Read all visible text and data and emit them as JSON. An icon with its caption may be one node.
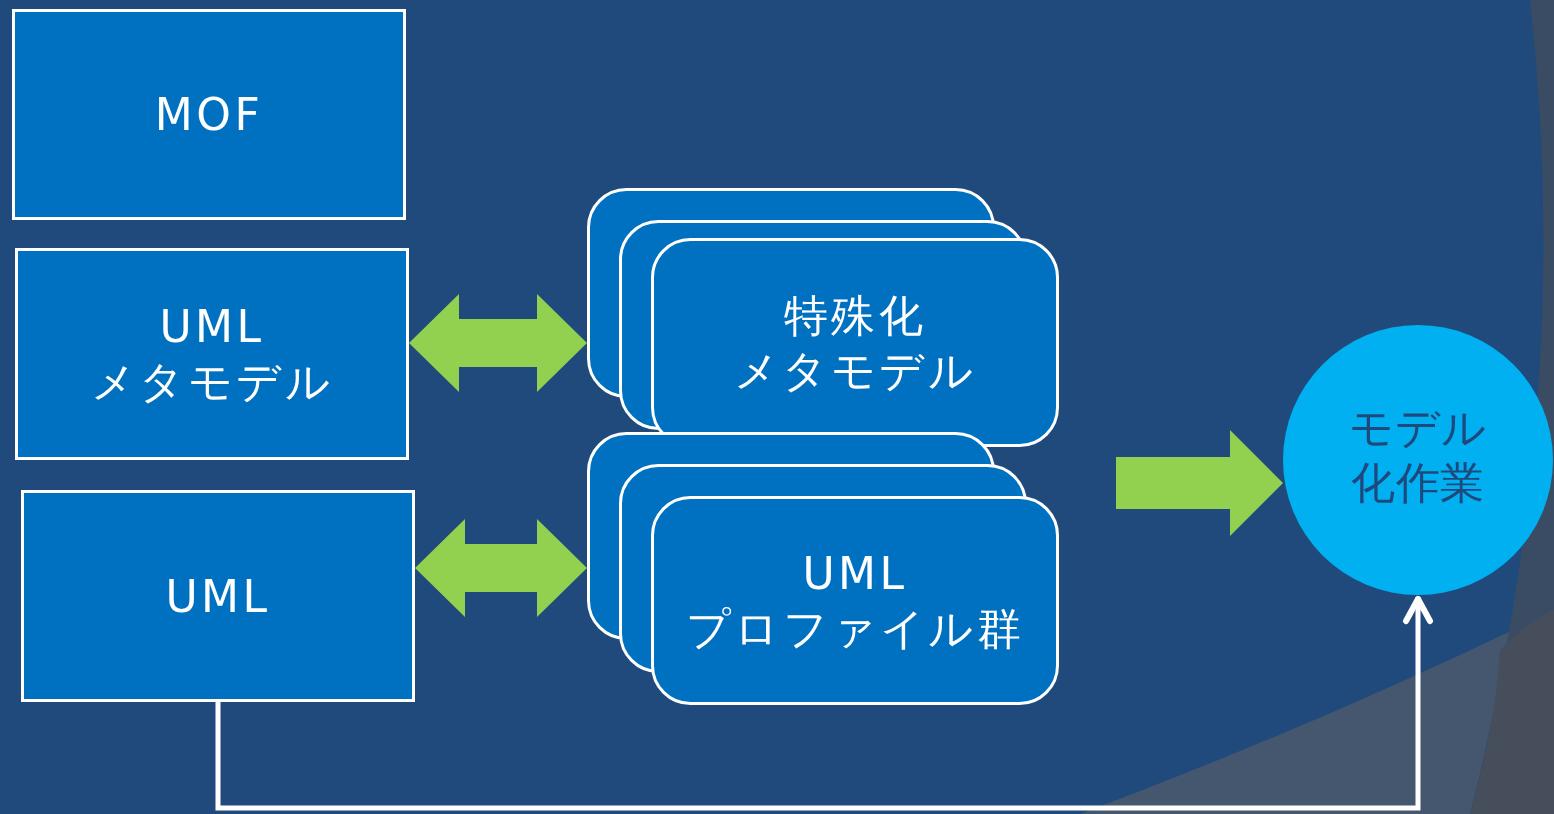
{
  "diagram": {
    "nodes": [
      {
        "text": [
          "MOF"
        ]
      },
      {
        "text": [
          "UML",
          "メタモデル"
        ]
      },
      {
        "text": [
          "UML"
        ]
      },
      {
        "text": [
          "特殊化",
          "メタモデル"
        ]
      },
      {
        "text": [
          "UML",
          "プロファイル群"
        ]
      },
      {
        "text": [
          "モデル化作業"
        ]
      }
    ],
    "edges": [
      {
        "from": 1,
        "to": 3,
        "arrow": "both",
        "style": "thick",
        "color": "#92d050"
      },
      {
        "from": 2,
        "to": 4,
        "arrow": "both",
        "style": "thick",
        "color": "#92d050"
      },
      {
        "from": null,
        "to": 5,
        "arrow": "to",
        "style": "thick",
        "color": "#92d050"
      },
      {
        "from": 2,
        "to": 5,
        "arrow": "to"
      }
    ]
  }
}
